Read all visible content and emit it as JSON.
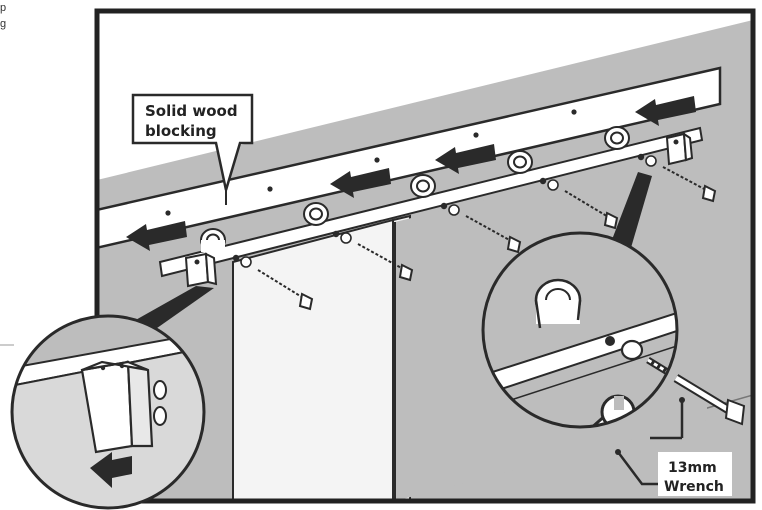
{
  "edge_fragments": {
    "line1": "p",
    "line2": "g"
  },
  "callouts": {
    "blocking_line1": "Solid wood",
    "blocking_line2": "blocking",
    "wrench_line1": "13mm",
    "wrench_line2": "Wrench"
  },
  "colors": {
    "frame": "#222222",
    "wall": "#bdbdbd",
    "door": "#f4f4f4",
    "board": "#ffffff",
    "outline": "#2a2a2a",
    "arrow": "#2a2a2a"
  }
}
